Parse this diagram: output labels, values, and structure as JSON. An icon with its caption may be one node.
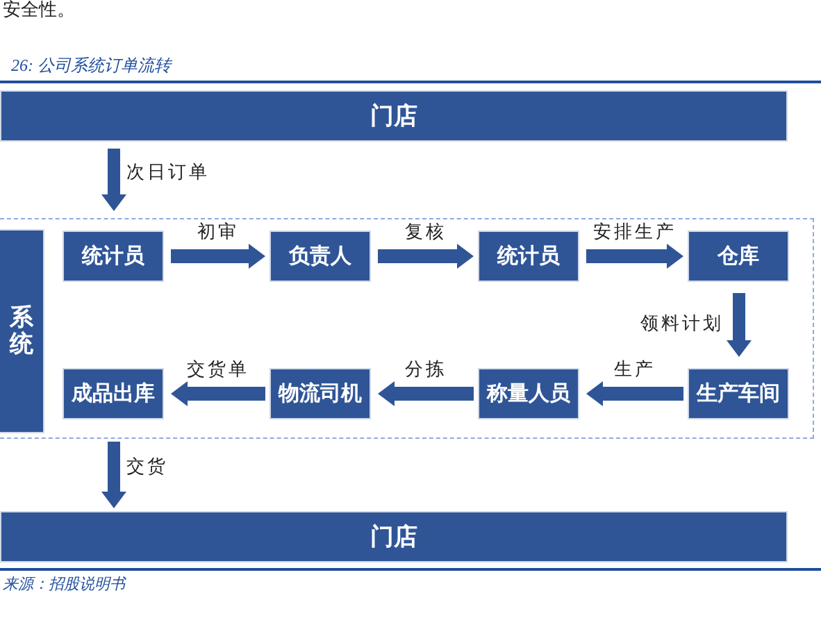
{
  "diagram": {
    "title": "26: 公司系统订单流转",
    "caption": "来源：招股说明书",
    "nodes": [
      {
        "text": [
          "门店"
        ]
      },
      {
        "text": [],
        "shape": "box"
      },
      {
        "text": [
          "系统"
        ],
        "in": 1
      },
      {
        "text": [
          "统计员"
        ],
        "in": 1
      },
      {
        "text": [
          "负责人"
        ],
        "in": 1
      },
      {
        "text": [
          "统计员"
        ],
        "in": 1
      },
      {
        "text": [
          "仓库"
        ],
        "in": 1
      },
      {
        "text": [
          "成品出库"
        ],
        "in": 1
      },
      {
        "text": [
          "物流司机"
        ],
        "in": 1
      },
      {
        "text": [
          "称量人员"
        ],
        "in": 1
      },
      {
        "text": [
          "生产车间"
        ],
        "in": 1
      },
      {
        "text": [
          "门店"
        ]
      }
    ],
    "edges": [
      {
        "from": 0,
        "to": 1,
        "arrow": "to",
        "label": "次日订单"
      },
      {
        "from": 3,
        "to": 4,
        "arrow": "to",
        "label": "初审"
      },
      {
        "from": 4,
        "to": 5,
        "arrow": "to",
        "label": "复核"
      },
      {
        "from": 5,
        "to": 6,
        "arrow": "to",
        "label": "安排生产"
      },
      {
        "from": 6,
        "to": 10,
        "arrow": "to",
        "label": "领料计划"
      },
      {
        "from": 10,
        "to": 9,
        "arrow": "to",
        "label": "生产"
      },
      {
        "from": 9,
        "to": 8,
        "arrow": "to",
        "label": "分拣"
      },
      {
        "from": 8,
        "to": 7,
        "arrow": "to",
        "label": "交货单"
      },
      {
        "from": 1,
        "to": 11,
        "arrow": "to",
        "label": "交货"
      }
    ],
    "labels": [
      "安全性。"
    ]
  }
}
